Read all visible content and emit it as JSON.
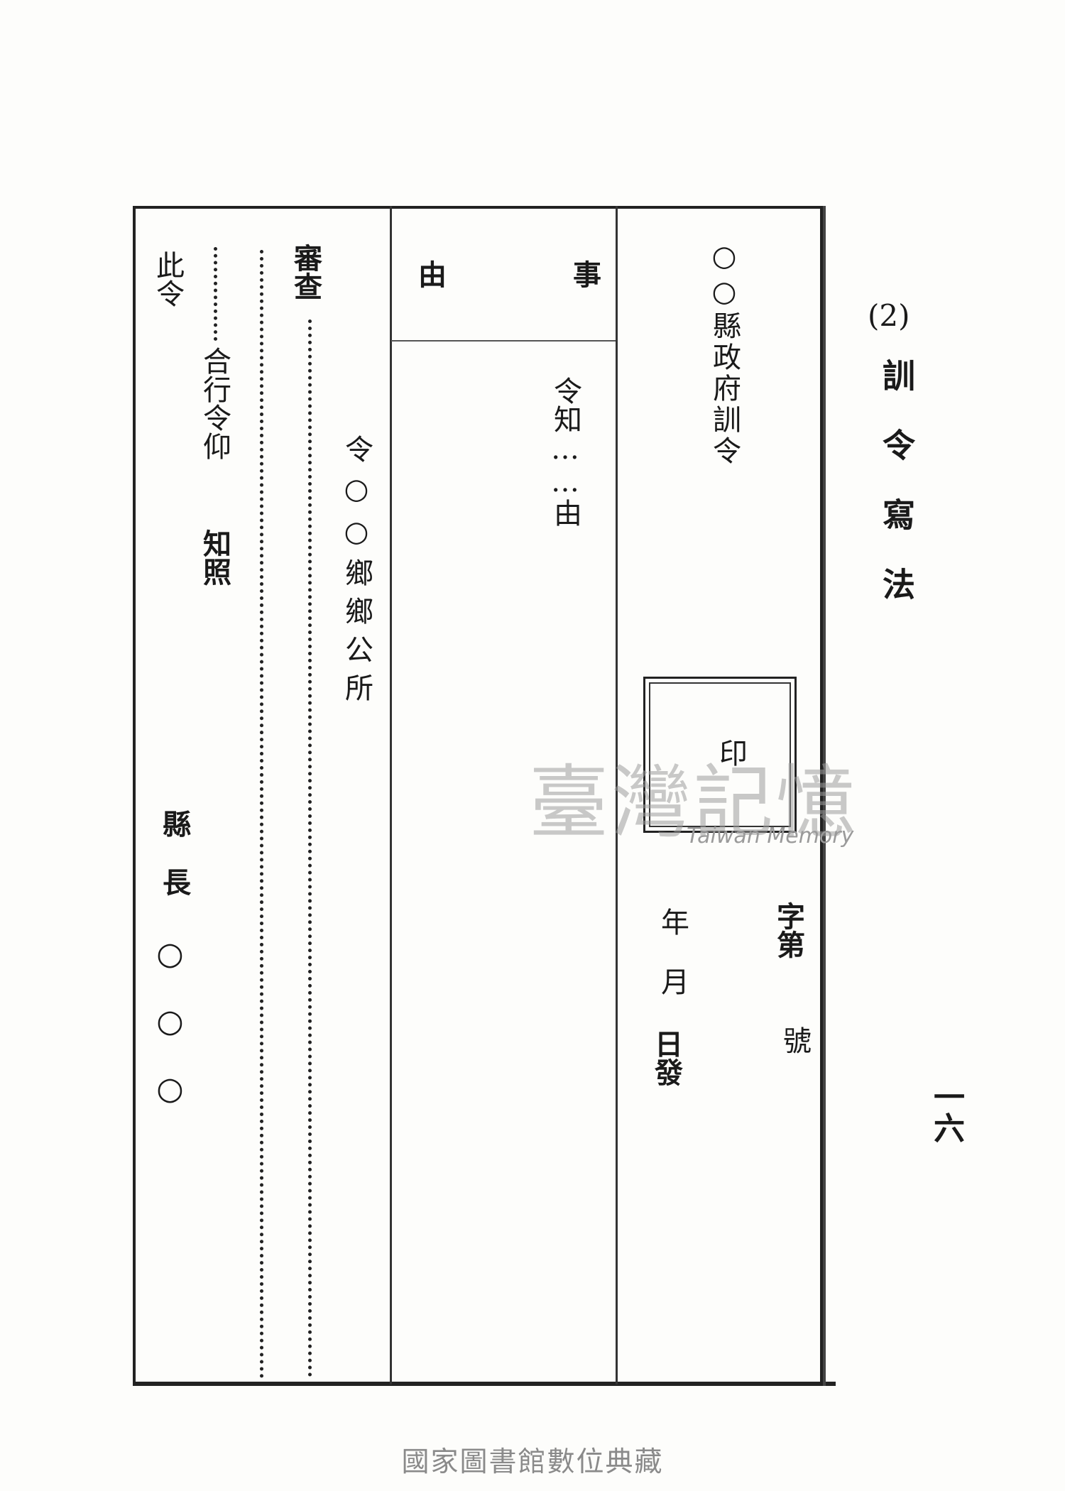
{
  "heading": {
    "number": "(2)",
    "title": "訓令寫法"
  },
  "page_number": "一六",
  "header": {
    "line1": "○○縣政府訓令"
  },
  "seal_label": "印",
  "doc_number": {
    "prefix": "字第",
    "suffix": "號"
  },
  "date": {
    "year": "年",
    "month": "月",
    "day": "日發"
  },
  "subject": {
    "label_a": "事",
    "label_b": "由",
    "body": "令知……由"
  },
  "recipient": "令○○鄉鄉公所",
  "body_text": {
    "col1": "審查",
    "col2": "合行令仰",
    "col3": "知照",
    "closing": "此令"
  },
  "signature": {
    "title": "縣長",
    "name": "○○○"
  },
  "watermark": {
    "main": "臺灣記憶",
    "sub": "Taiwan Memory"
  },
  "footer": "國家圖書館數位典藏"
}
